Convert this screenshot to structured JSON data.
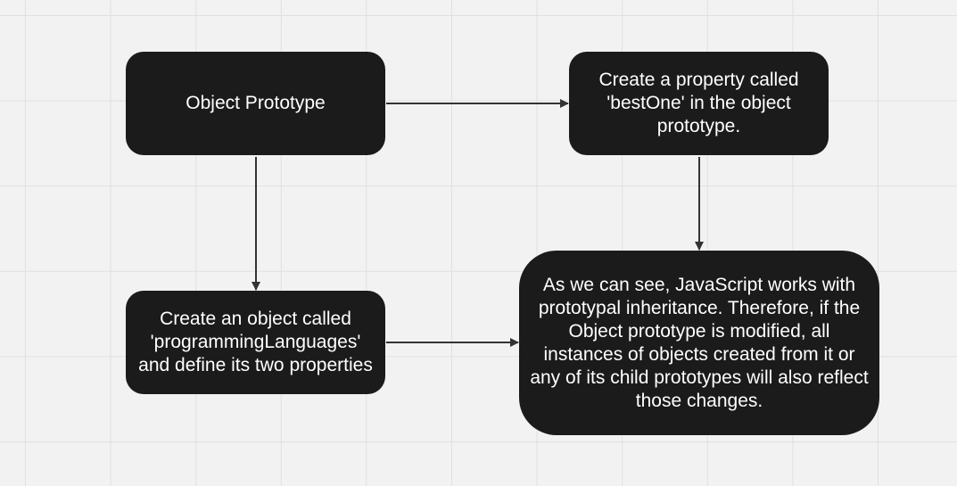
{
  "diagram": {
    "nodes": {
      "object_prototype": "Object Prototype",
      "create_property": "Create a property called 'bestOne' in the object prototype.",
      "create_object": "Create an object called 'programmingLanguages' and define its two properties",
      "conclusion": "As we can see, JavaScript works with prototypal inheritance. Therefore, if the Object prototype is modified, all instances of objects created from it or any of its child prototypes will also reflect those changes."
    },
    "edges": [
      {
        "from": "object_prototype",
        "to": "create_property"
      },
      {
        "from": "create_property",
        "to": "conclusion"
      },
      {
        "from": "object_prototype",
        "to": "create_object"
      },
      {
        "from": "create_object",
        "to": "conclusion"
      }
    ],
    "colors": {
      "node_fill": "#1b1b1b",
      "node_text": "#ffffff",
      "edge": "#333333",
      "background": "#f2f2f2",
      "grid": "#e0e0e0"
    }
  }
}
